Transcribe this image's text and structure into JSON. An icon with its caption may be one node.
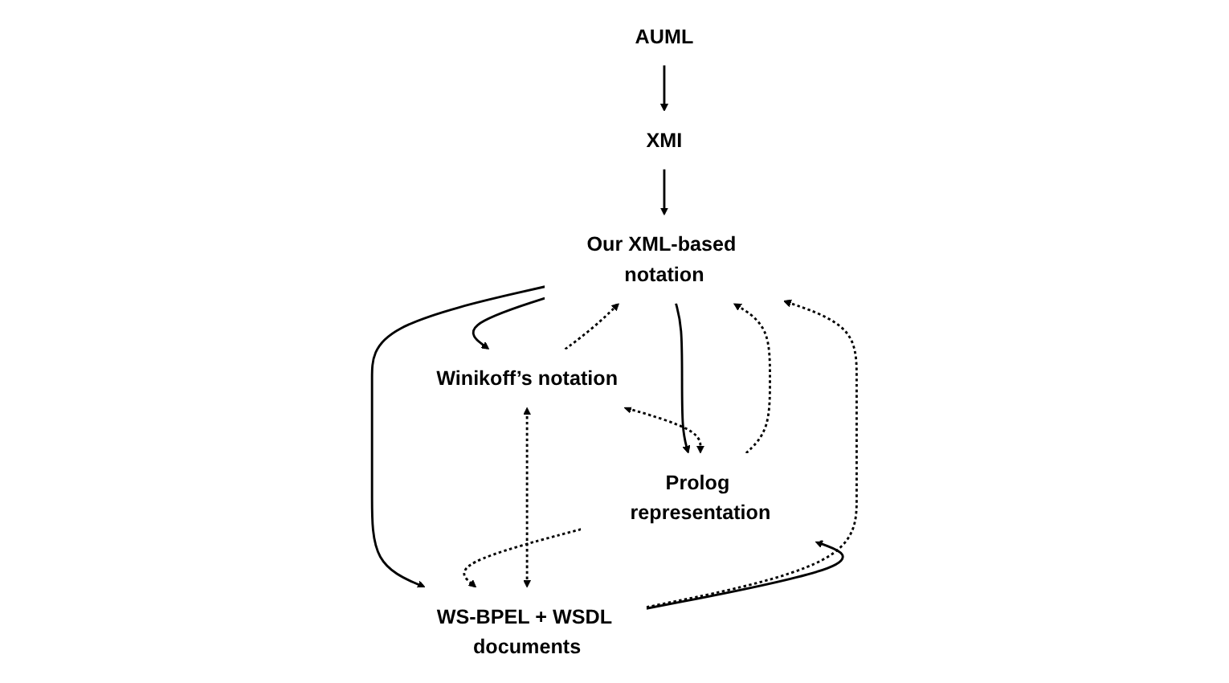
{
  "diagram": {
    "nodes": [
      {
        "text": [
          "AUML"
        ]
      },
      {
        "text": [
          "XMI"
        ]
      },
      {
        "text": [
          "Our XML-based notation"
        ]
      },
      {
        "text": [
          "Prolog representation"
        ]
      },
      {
        "text": [
          "Winikoff’s notation"
        ]
      },
      {
        "text": [
          "WS-BPEL + WSDL documents"
        ]
      }
    ],
    "edges": [
      {
        "from": 0,
        "to": 1,
        "arrow": "to"
      },
      {
        "from": 1,
        "to": 2,
        "arrow": "to"
      },
      {
        "from": 2,
        "to": 3,
        "arrow": "to"
      },
      {
        "from": 3,
        "to": 2,
        "arrow": "to",
        "style": "dashed"
      },
      {
        "from": 2,
        "to": 4,
        "arrow": "to"
      },
      {
        "from": 4,
        "to": 2,
        "arrow": "to",
        "style": "dashed"
      },
      {
        "from": 2,
        "to": 5,
        "arrow": "to"
      },
      {
        "from": 5,
        "to": 2,
        "arrow": "to",
        "style": "dashed"
      },
      {
        "from": 4,
        "to": 3,
        "arrow": "both",
        "style": "dashed"
      },
      {
        "from": 5,
        "to": 3,
        "arrow": "to"
      },
      {
        "from": 3,
        "to": 5,
        "arrow": "to",
        "style": "dashed"
      },
      {
        "from": 4,
        "to": 5,
        "arrow": "both",
        "style": "dashed"
      }
    ]
  }
}
